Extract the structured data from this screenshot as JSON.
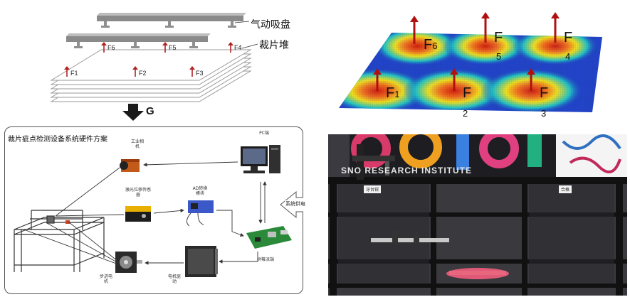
{
  "top_left": {
    "label_suction": "气动吸盘",
    "label_stack": "裁片堆",
    "forces_top": [
      "F6",
      "F5",
      "F4"
    ],
    "forces_bottom": [
      "F1",
      "F2",
      "F3"
    ],
    "gravity_label": "G",
    "colors": {
      "bar": "#7a7a7a",
      "arrow": "#b22222",
      "stack_line": "#9a9a9a"
    }
  },
  "top_right": {
    "forces_top": [
      {
        "letter": "F",
        "sub": "6"
      },
      {
        "letter": "F",
        "sub": "5"
      },
      {
        "letter": "F",
        "sub": "4"
      }
    ],
    "forces_bottom": [
      {
        "letter": "F",
        "sub": "1"
      },
      {
        "letter": "F",
        "sub": "2"
      },
      {
        "letter": "F",
        "sub": "3"
      }
    ],
    "colors": {
      "low": "#1f3fbf",
      "mid": "#22c4c4",
      "high": "#f0e020",
      "peak": "#d02010",
      "arrow": "#b01010"
    }
  },
  "hardware": {
    "title": "裁片疵点检测设备系统硬件方案",
    "pc": "PC端",
    "camera": "工业相机",
    "laser": "激光位移传感器",
    "adc": "AD转换模块",
    "pi": "树莓派端",
    "driver": "电机驱动",
    "motor": "步进电机",
    "power": "系统供电"
  },
  "photo": {
    "banner": "SNO  RESEARCH INSTITUTE",
    "sign_left": "牙台钳",
    "sign_right": "合格"
  }
}
